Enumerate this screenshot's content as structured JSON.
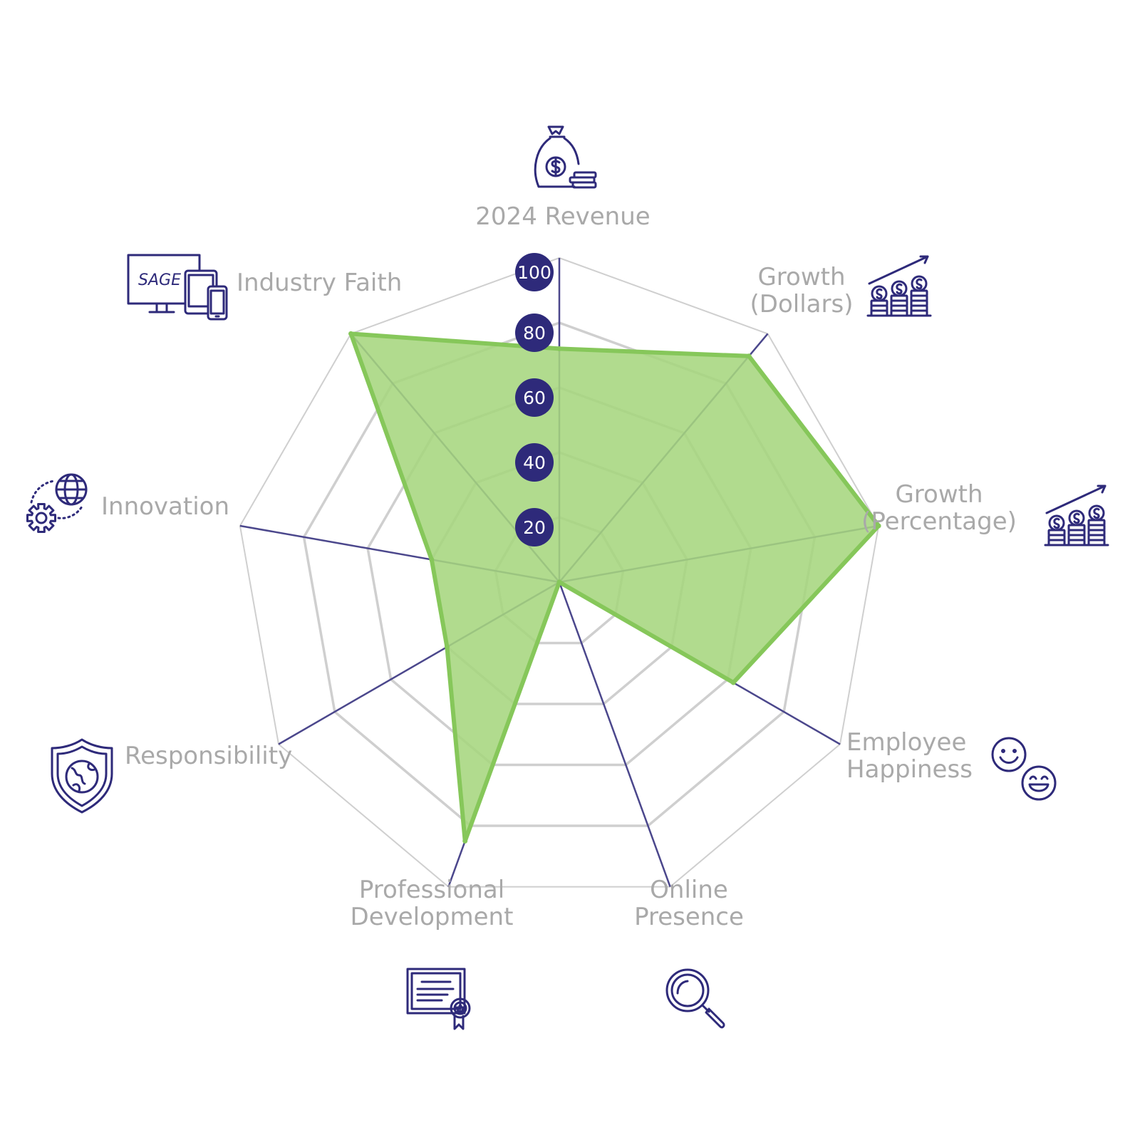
{
  "chart_data": {
    "type": "radar",
    "axes": [
      "2024 Revenue",
      "Growth (Dollars)",
      "Growth (Percentage)",
      "Employee Happiness",
      "Online Presence",
      "Professional Development",
      "Responsibility",
      "Innovation",
      "Industry Faith"
    ],
    "axis_label_lines": [
      [
        "2024 Revenue"
      ],
      [
        "Growth",
        "(Dollars)"
      ],
      [
        "Growth",
        "(Percentage)"
      ],
      [
        "Employee",
        "Happiness"
      ],
      [
        "Online",
        "Presence"
      ],
      [
        "Professional",
        "Development"
      ],
      [
        "Responsibility"
      ],
      [
        "Innovation"
      ],
      [
        "Industry Faith"
      ]
    ],
    "series": [
      {
        "values": [
          72,
          91,
          100,
          62,
          0,
          85,
          40,
          40,
          100
        ]
      }
    ],
    "rlim": [
      0,
      100
    ],
    "ticks": [
      20,
      40,
      60,
      80,
      100
    ],
    "tick_labels": [
      "20",
      "40",
      "60",
      "80",
      "100"
    ],
    "grid": true,
    "colors": {
      "fill": "#a6d67e",
      "stroke": "#86c75a",
      "axis": "#4b478c",
      "grid": "#cfcfcf",
      "tick_badge": "#2e2a7a",
      "label": "#a9a9a9",
      "icon": "#2e2a7a"
    },
    "axis_icons": [
      "money-bag-icon",
      "growth-coins-icon",
      "growth-coins-icon",
      "smiley-faces-icon",
      "magnifier-icon",
      "certificate-icon",
      "shield-globe-icon",
      "globe-gear-icon",
      "devices-icon"
    ],
    "icon_text": "SAGE"
  }
}
